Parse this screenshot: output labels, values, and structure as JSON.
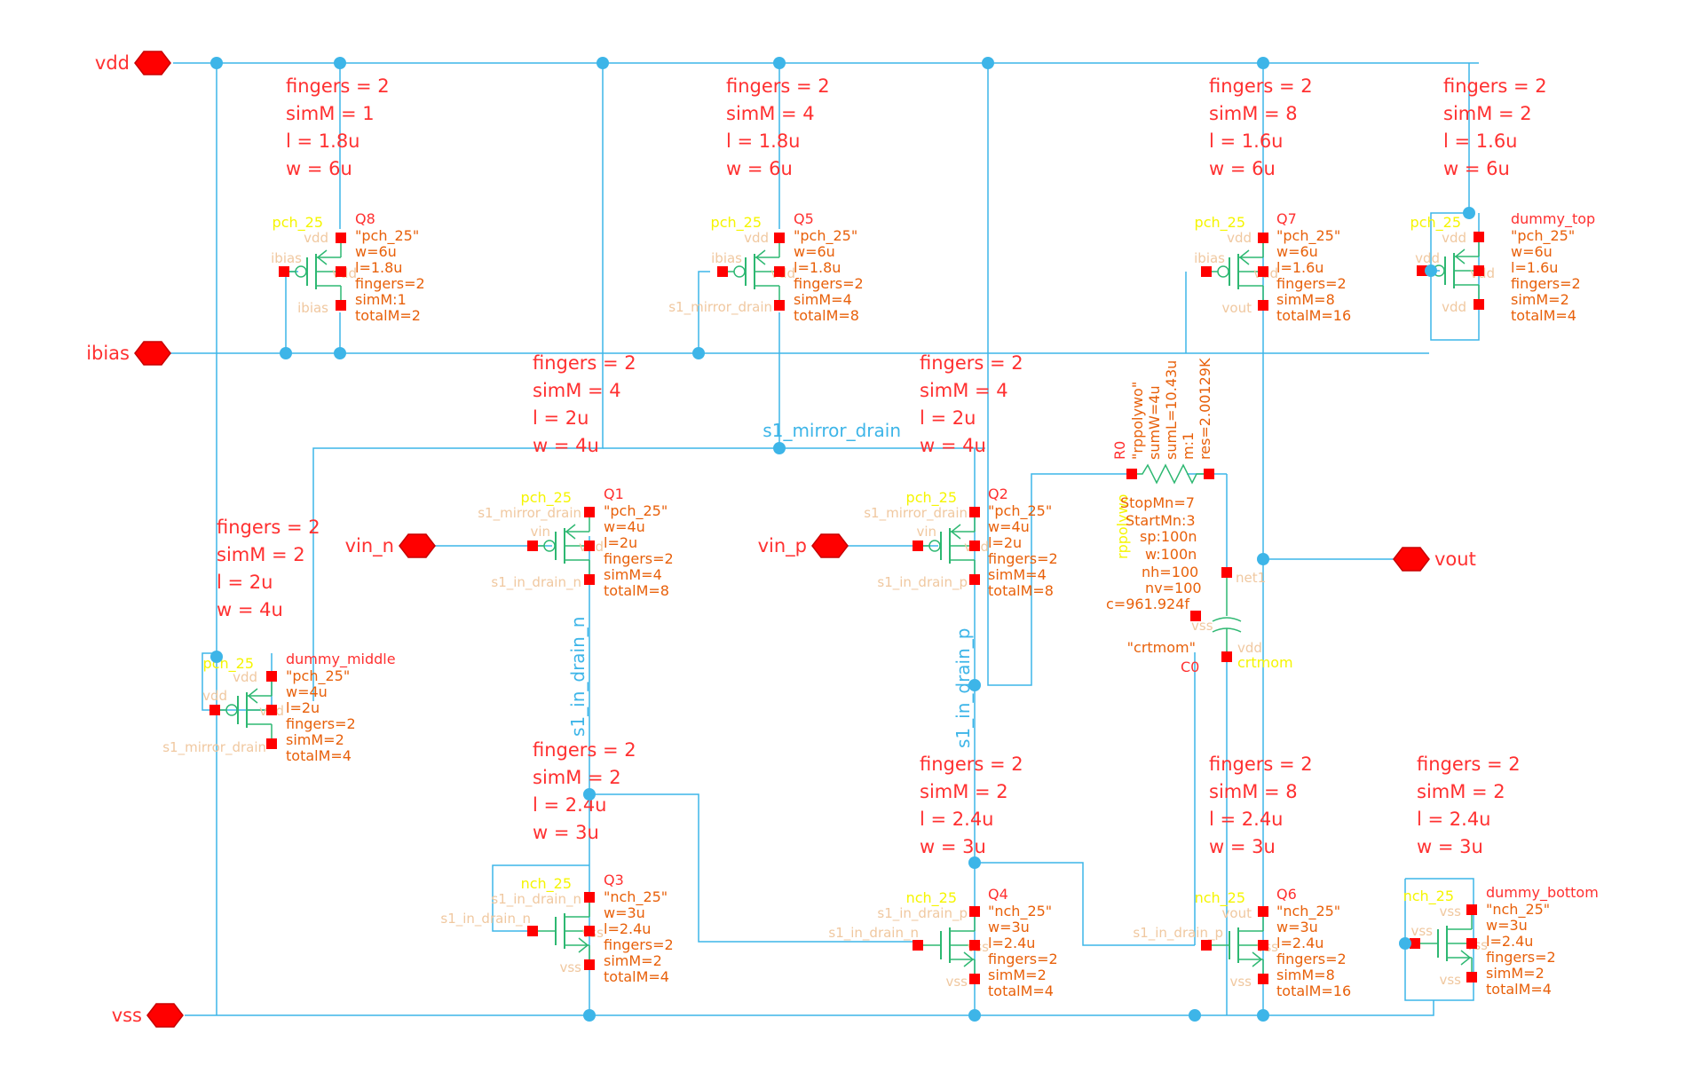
{
  "colors": {
    "wire": "#3db5e8",
    "dot": "#3db5e8",
    "pin": "#ff0000",
    "device": "#2eb872",
    "param": "#ff3030",
    "inst": "#e8600a",
    "cell": "#f5f500",
    "term": "#f0c8a0",
    "port_fill": "#ff0000",
    "port_stroke": "#c80000",
    "netlabel": "#3db5e8"
  },
  "ports": {
    "vdd": "vdd",
    "ibias": "ibias",
    "vss": "vss",
    "vin_n": "vin_n",
    "vin_p": "vin_p",
    "vout": "vout"
  },
  "param_labels": {
    "fingers": "fingers = 2",
    "simM1": "simM = 1",
    "simM2": "simM = 2",
    "simM4": "simM = 4",
    "simM8": "simM = 8",
    "l18": "l = 1.8u",
    "l16": "l = 1.6u",
    "l2": "l = 2u",
    "l24": "l = 2.4u",
    "w6": "w = 6u",
    "w4": "w = 4u",
    "w3": "w = 3u"
  },
  "devices": {
    "Q8": {
      "name": "Q8",
      "model": "\"pch_25\"",
      "w": "w=6u",
      "l": "l=1.8u",
      "fingers": "fingers=2",
      "simM": "simM:1",
      "totalM": "totalM=2"
    },
    "Q5": {
      "name": "Q5",
      "model": "\"pch_25\"",
      "w": "w=6u",
      "l": "l=1.8u",
      "fingers": "fingers=2",
      "simM": "simM=4",
      "totalM": "totalM=8"
    },
    "Q7": {
      "name": "Q7",
      "model": "\"pch_25\"",
      "w": "w=6u",
      "l": "l=1.6u",
      "fingers": "fingers=2",
      "simM": "simM=8",
      "totalM": "totalM=16"
    },
    "DT": {
      "name": "dummy_top",
      "model": "\"pch_25\"",
      "w": "w=6u",
      "l": "l=1.6u",
      "fingers": "fingers=2",
      "simM": "simM=2",
      "totalM": "totalM=4"
    },
    "Q1": {
      "name": "Q1",
      "model": "\"pch_25\"",
      "w": "w=4u",
      "l": "l=2u",
      "fingers": "fingers=2",
      "simM": "simM=4",
      "totalM": "totalM=8"
    },
    "Q2": {
      "name": "Q2",
      "model": "\"pch_25\"",
      "w": "w=4u",
      "l": "l=2u",
      "fingers": "fingers=2",
      "simM": "simM=4",
      "totalM": "totalM=8"
    },
    "DM": {
      "name": "dummy_middle",
      "model": "\"pch_25\"",
      "w": "w=4u",
      "l": "l=2u",
      "fingers": "fingers=2",
      "simM": "simM=2",
      "totalM": "totalM=4"
    },
    "Q3": {
      "name": "Q3",
      "model": "\"nch_25\"",
      "w": "w=3u",
      "l": "l=2.4u",
      "fingers": "fingers=2",
      "simM": "simM=2",
      "totalM": "totalM=4"
    },
    "Q4": {
      "name": "Q4",
      "model": "\"nch_25\"",
      "w": "w=3u",
      "l": "l=2.4u",
      "fingers": "fingers=2",
      "simM": "simM=2",
      "totalM": "totalM=4"
    },
    "Q6": {
      "name": "Q6",
      "model": "\"nch_25\"",
      "w": "w=3u",
      "l": "l=2.4u",
      "fingers": "fingers=2",
      "simM": "simM=8",
      "totalM": "totalM=16"
    },
    "DB": {
      "name": "dummy_bottom",
      "model": "\"nch_25\"",
      "w": "w=3u",
      "l": "l=2.4u",
      "fingers": "fingers=2",
      "simM": "simM=2",
      "totalM": "totalM=4"
    }
  },
  "cells": {
    "pch": "pch_25",
    "nch": "nch_25"
  },
  "terms": {
    "vdd": "vdd",
    "vss": "vss",
    "ibias": "ibias",
    "vin": "vin",
    "vout": "vout",
    "s1_mirror_drain": "s1_mirror_drain",
    "s1_in_drain_n": "s1_in_drain_n",
    "s1_in_drain_p": "s1_in_drain_p",
    "net1": "net1",
    "crtmom": "crtmom"
  },
  "net_labels": {
    "s1_mirror_drain": "s1_mirror_drain",
    "s1_in_drain_n": "s1_in_drain_n",
    "s1_in_drain_p": "s1_in_drain_p"
  },
  "resistor": {
    "name": "R0",
    "model": "\"rppolywo\"",
    "sumW": "sumW=4u",
    "sumL": "sumL=10.43u",
    "m": "m:1",
    "res": "res=2.00129K",
    "cell": "rppolywo",
    "stopmn": "StopMn=7",
    "startmn": "StartMn:3",
    "sp": "sp:100n",
    "w": "w:100n",
    "nh": "nh=100",
    "nv": "nv=100",
    "c": "c=961.924f"
  },
  "capacitor": {
    "name": "C0",
    "model": "\"crtmom\""
  }
}
